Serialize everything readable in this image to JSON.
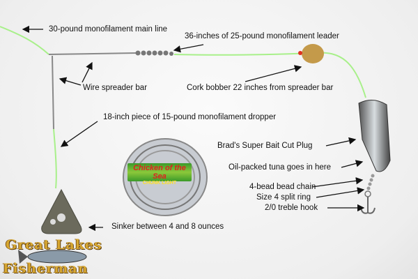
{
  "labels": {
    "main_line": "30-pound monofilament main line",
    "leader": "36-inches of 25-pound monofilament leader",
    "spreader": "Wire spreader bar",
    "cork": "Cork bobber 22 inches from spreader bar",
    "dropper": "18-inch piece of 15-pound monofilament dropper",
    "plug": "Brad's Super Bait Cut Plug",
    "tuna": "Oil-packed tuna goes in here",
    "chain": "4-bead bead chain",
    "ring": "Size 4 split ring",
    "hook": "2/0 treble hook",
    "sinker": "Sinker between 4 and 8 ounces"
  },
  "can": {
    "brand": "Chicken of the Sea",
    "variety": "CHUNK LIGHT"
  },
  "logo": {
    "line1": "Great Lakes",
    "line2": "Fisherman"
  },
  "colors": {
    "line": "#a8f08a",
    "text": "#111111",
    "cork": "#c49a4a"
  }
}
